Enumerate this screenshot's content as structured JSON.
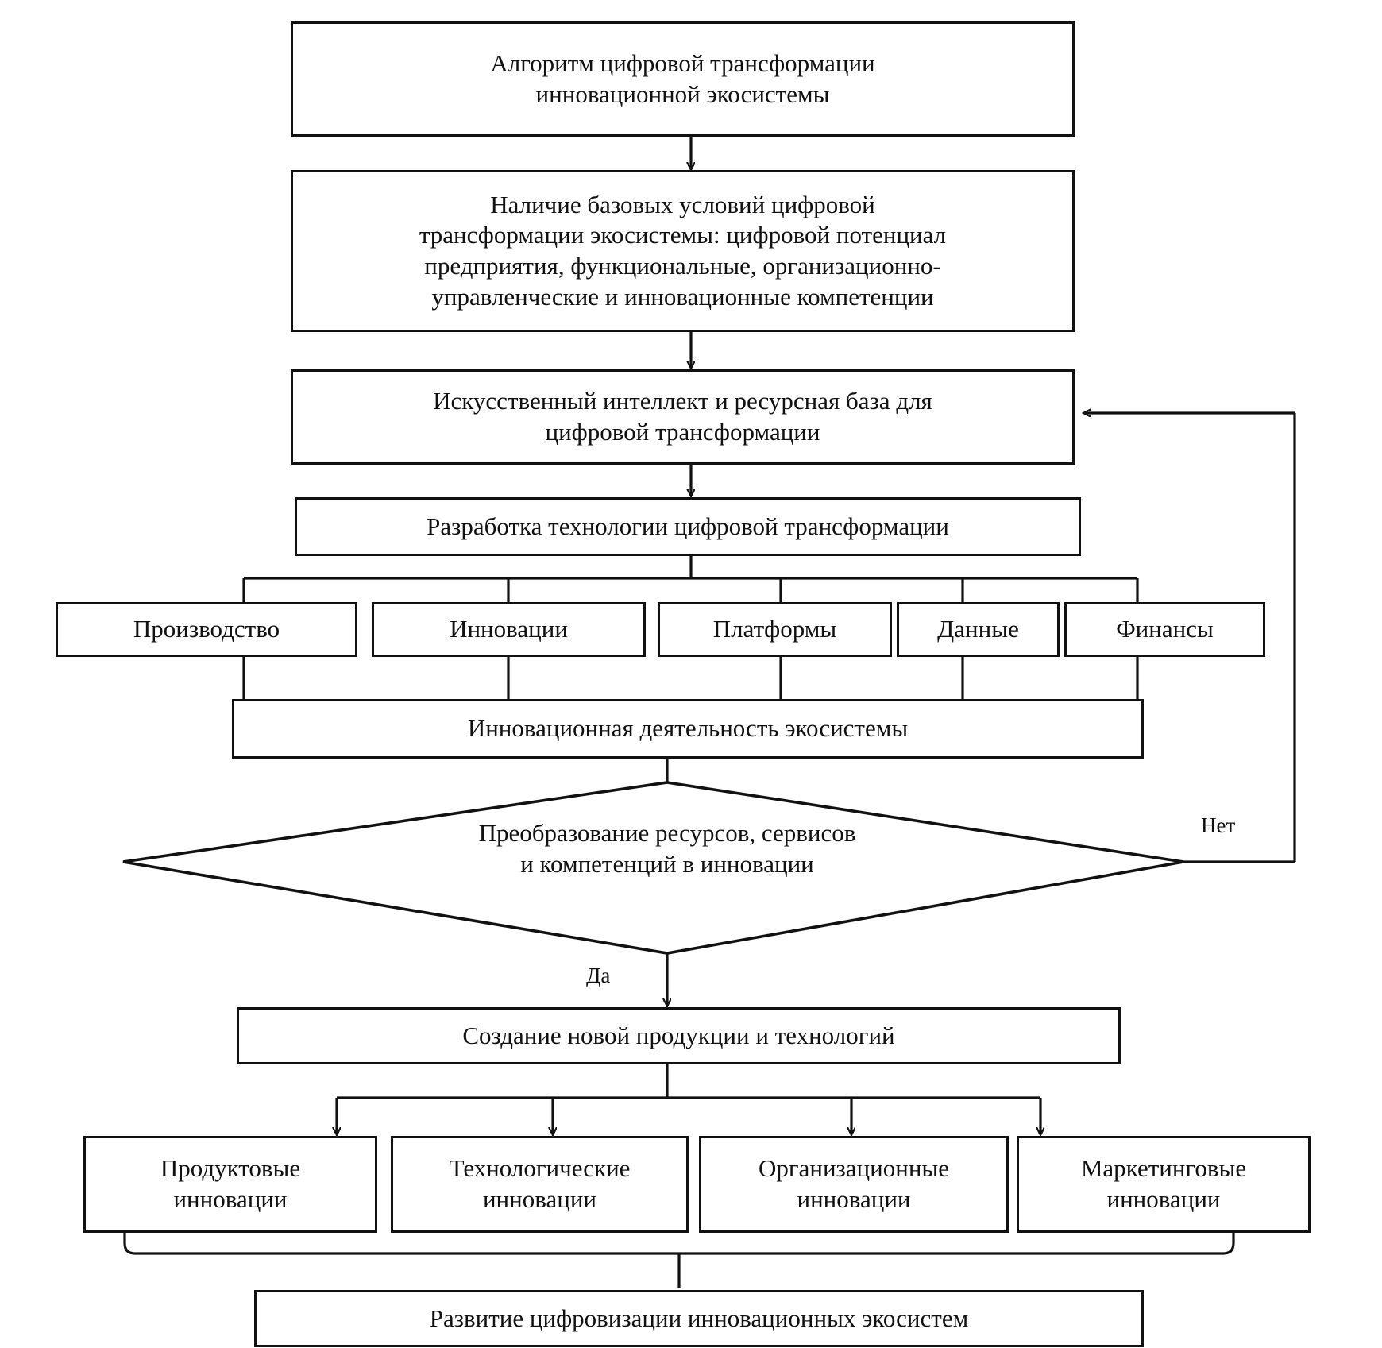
{
  "diagram": {
    "title": "Алгоритм цифровой трансформации инновационной экосистемы",
    "language": "ru",
    "colors": {
      "stroke": "#111111",
      "fill": "#ffffff",
      "text": "#111111"
    }
  },
  "nodes": {
    "algorithm_title": "Алгоритм цифровой трансформации\nинновационной экосистемы",
    "base_conditions": "Наличие базовых условий цифровой\nтрансформации экосистемы: цифровой потенциал\nпредприятия, функциональные, организационно-\nуправленческие и инновационные компетенции",
    "ai_resources": "Искусственный интеллект и ресурсная база для\nцифровой трансформации",
    "tech_development": "Разработка технологии цифровой трансформации",
    "branches": [
      {
        "label": "Производство"
      },
      {
        "label": "Инновации"
      },
      {
        "label": "Платформы"
      },
      {
        "label": "Данные"
      },
      {
        "label": "Финансы"
      }
    ],
    "innovation_activity": "Инновационная деятельность экосистемы",
    "decision": "Преобразование ресурсов, сервисов\nи компетенций в инновации",
    "new_products": "Создание новой продукции и технологий",
    "innovation_types": [
      {
        "label": "Продуктовые\nинновации"
      },
      {
        "label": "Технологические\nинновации"
      },
      {
        "label": "Организационные\nинновации"
      },
      {
        "label": "Маркетинговые\nинновации"
      }
    ],
    "outcome": "Развитие цифровизации инновационных экосистем"
  },
  "edge_labels": {
    "no": "Нет",
    "yes": "Да"
  }
}
